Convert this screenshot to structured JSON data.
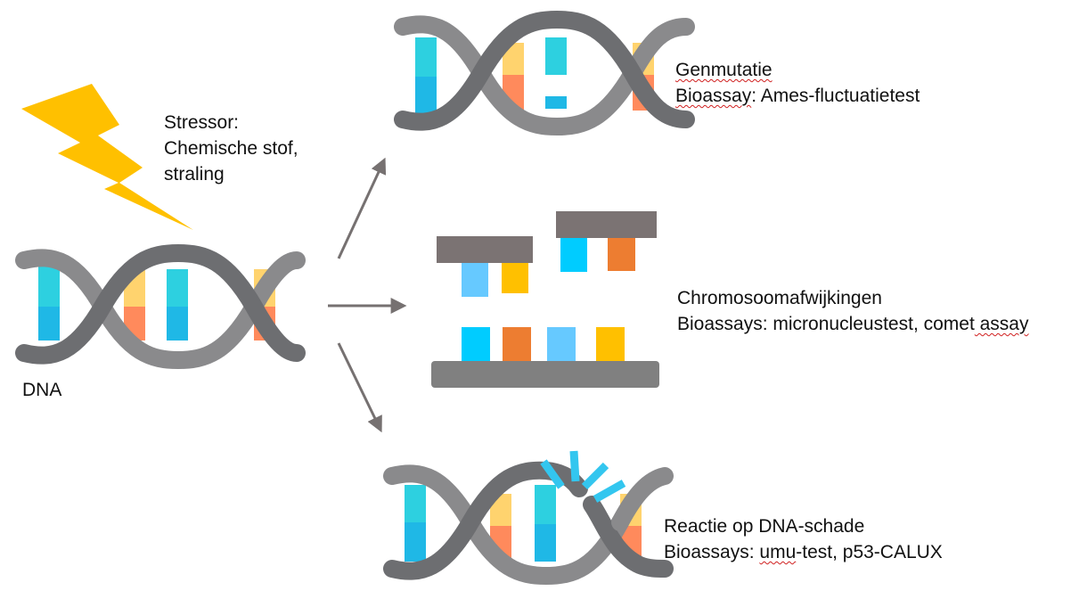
{
  "stressor": {
    "line1": "Stressor:",
    "line2": "Chemische stof,",
    "line3": "straling",
    "icon": "lightning-bolt-icon"
  },
  "dna_label": "DNA",
  "outcomes": {
    "gene_mutation": {
      "title": "Genmutatie",
      "bioassay_word": "Bioassay",
      "bioassay_rest": ": Ames-fluctuatietest"
    },
    "chromosome": {
      "title": "Chromosoomafwijkingen",
      "bioassays_prefix": "Bioassays: micronucleustest, ",
      "bioassays_comet": "comet",
      "bioassays_suffix": " assay"
    },
    "damage_response": {
      "title": "Reactie op DNA-schade",
      "bioassays_prefix": "Bioassays: ",
      "bioassays_umu": "umu",
      "bioassays_suffix": "-test, p53-CALUX"
    }
  },
  "colors": {
    "backbone": "#8a8a8c",
    "backbone_dark": "#6d6e71",
    "cyan": "#2dd0e0",
    "blue": "#1fb8e6",
    "yellow": "#ffd36e",
    "orange": "#ff8a5c",
    "bolt": "#ffc000",
    "block_blue": "#00ccff",
    "block_orange": "#ed7d31",
    "block_lightblue": "#66c9ff",
    "block_yellow": "#ffc000",
    "bar": "#7b7373",
    "base_bar": "#808080",
    "arrow": "#767171",
    "fragment": "#33c6ef"
  }
}
